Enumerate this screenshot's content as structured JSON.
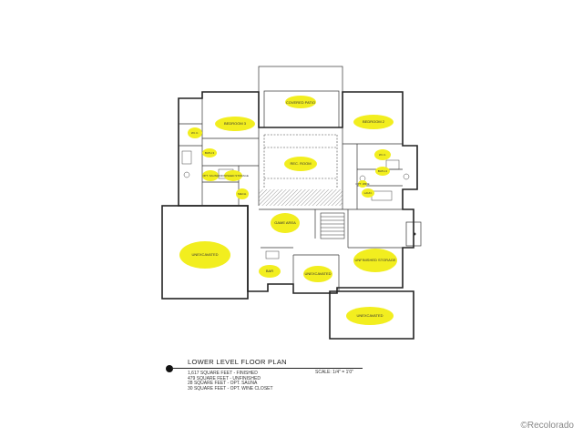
{
  "plan": {
    "title": "LOWER LEVEL FLOOR PLAN",
    "notes": [
      "1,617 SQUARE FEET - FINISHED",
      "479 SQUARE FEET - UNFINISHED",
      "28 SQUARE FEET - OPT. SAUNA",
      "30 SQUARE FEET - OPT. WINE CLOSET"
    ],
    "scale": "SCALE: 1/4\" = 1'0\""
  },
  "rooms": {
    "covered_patio": "COVERED PATIO",
    "bedroom3": "BEDROOM 3",
    "bedroom2": "BEDROOM 2",
    "rec_room": "REC. ROOM",
    "wic_left": "W.I.C.",
    "wic_right": "W.I.C.",
    "bath3": "BATH 3",
    "bath2": "BATH 2",
    "opt_sauna": "OPT. SAUNA",
    "unfinished_storage_left": "UNFINISHED STORAGE",
    "mech": "MECH.",
    "game_area": "GAME AREA",
    "unexcavated_left": "UNEXCAVATED",
    "unfinished_storage_right": "UNFINISHED STORAGE",
    "bar": "BAR",
    "unexcavated_center": "UNEXCAVATED",
    "unexcavated_right": "UNEXCAVATED",
    "wine": "OPT. WINE",
    "laundry": "LAUN."
  },
  "watermark": "©Recolorado",
  "colors": {
    "highlight": "#f2ee1f",
    "walls": "#222222"
  }
}
